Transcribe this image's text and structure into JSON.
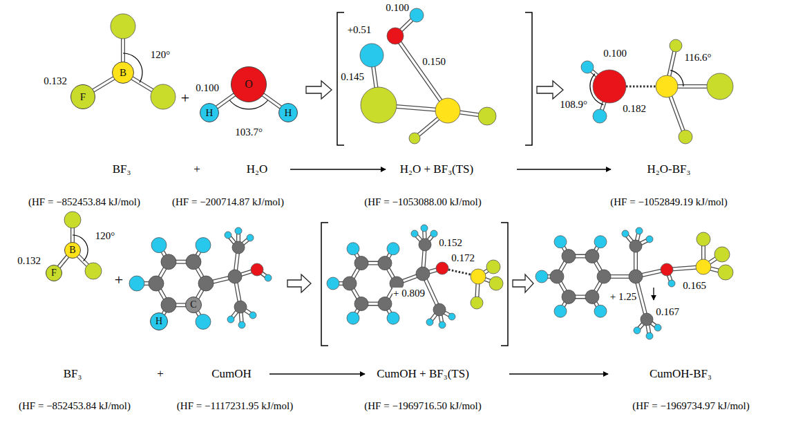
{
  "diagram": {
    "nodes": [
      {
        "text": [
          "B"
        ]
      },
      {
        "text": [
          "F"
        ]
      },
      {
        "text": [
          "O"
        ]
      },
      {
        "text": [
          "H"
        ]
      },
      {
        "text": [
          "H"
        ]
      },
      {
        "text": [
          "B"
        ]
      },
      {
        "text": [
          "F"
        ]
      },
      {
        "text": [
          "C"
        ]
      },
      {
        "text": [
          "H"
        ]
      }
    ],
    "edges": [
      {
        "from": 0,
        "to": 1,
        "arrow": "none"
      },
      {
        "from": 2,
        "to": 3,
        "arrow": "none"
      },
      {
        "from": 2,
        "to": 4,
        "arrow": "none"
      },
      {
        "from": 5,
        "to": 6,
        "arrow": "none"
      }
    ],
    "labels": [
      "0.132",
      "120°",
      "+",
      "0.100",
      "103.7°",
      "+0.51",
      "0.100",
      "0.145",
      "0.150",
      "0.100",
      "108.9°",
      "0.182",
      "116.6°",
      "BF₃",
      "+",
      "H₂O",
      "H₂O + BF₃(TS)",
      "H₂O-BF₃",
      "(HF = −852453.84 kJ/mol)",
      "(HF = −200714.87 kJ/mol)",
      "(HF = −1053088.00 kJ/mol)",
      "(HF = −1052849.19 kJ/mol)",
      "0.132",
      "120°",
      "+",
      "0.152",
      "0.172",
      "+ 0.809",
      "+ 1.25",
      "0.165",
      "0.167",
      "BF₃",
      "+",
      "CumOH",
      "CumOH + BF₃(TS)",
      "CumOH-BF₃",
      "(HF = −852453.84 kJ/mol)",
      "(HF = −1117231.95 kJ/mol)",
      "(HF = −1969716.50 kJ/mol)",
      "(HF = −1969734.97 kJ/mol)"
    ]
  }
}
